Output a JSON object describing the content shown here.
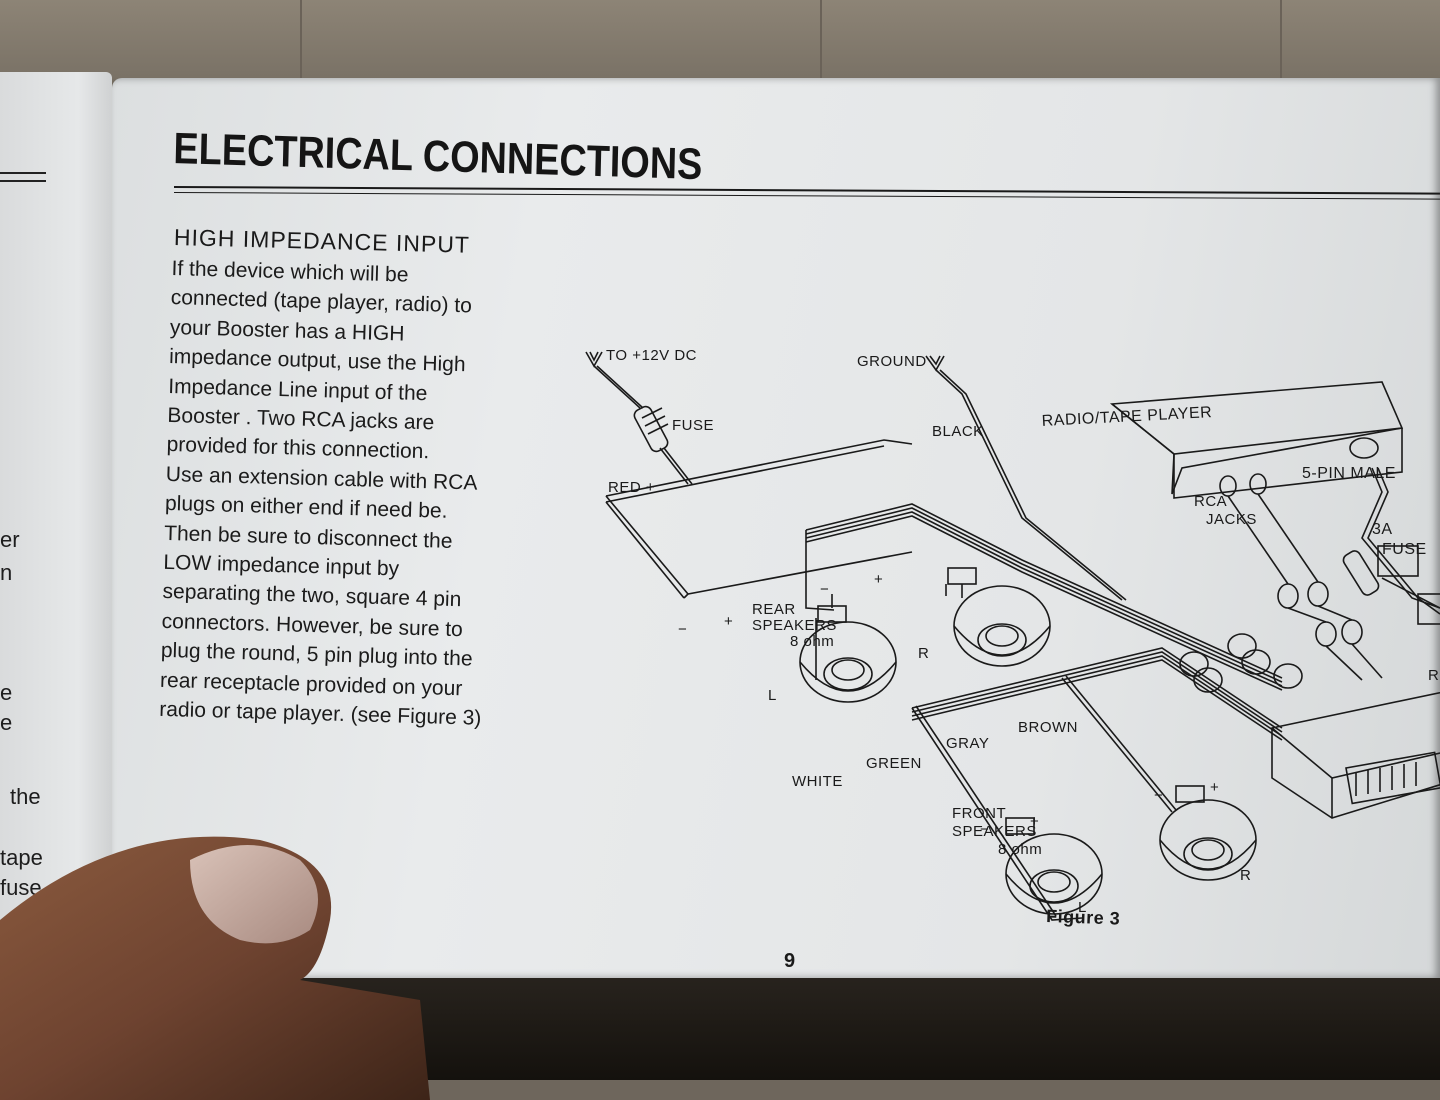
{
  "page": {
    "title": "ELECTRICAL CONNECTIONS",
    "section_heading": "HIGH IMPEDANCE INPUT",
    "body_lines": [
      "If the device which will be",
      "connected (tape player, radio) to",
      "your Booster has a HIGH",
      "impedance output, use the High",
      "Impedance Line input of the",
      "Booster . Two RCA jacks are",
      "provided for this connection.",
      "Use an extension cable with RCA",
      "plugs on either end if need be.",
      "Then be sure to disconnect the",
      "LOW impedance input by",
      "separating the two, square 4 pin",
      "connectors. However, be sure to",
      "plug the round, 5 pin plug into the",
      "rear receptacle provided on your",
      "radio or tape player. (see Figure 3)"
    ],
    "page_number": "9"
  },
  "left_page_fragments": [
    "er",
    "n",
    "e",
    "e",
    "the",
    "tape",
    "fuse."
  ],
  "diagram": {
    "labels": {
      "to_12v": "TO +12V DC",
      "fuse": "FUSE",
      "red": "RED +",
      "ground": "GROUND",
      "black": "BLACK",
      "radio": "RADIO/TAPE PLAYER",
      "rca": "RCA",
      "jacks": "JACKS",
      "five_pin": "5-PIN MALE",
      "fuse_3a_top": "3A",
      "fuse_3a_bottom": "FUSE",
      "rear_speakers_1": "REAR",
      "rear_speakers_2": "SPEAKERS",
      "rear_ohm": "8 ohm",
      "rear_r": "R",
      "rear_l": "L",
      "brown": "BROWN",
      "gray": "GRAY",
      "green": "GREEN",
      "white": "WHITE",
      "front_speakers_1": "FRONT",
      "front_speakers_2": "SPEAKERS",
      "front_ohm": "8 ohm",
      "front_l": "L",
      "front_r": "R",
      "minus": "−",
      "plus": "+",
      "edge_cut": "R",
      "caption": "Figure 3"
    },
    "icons": [
      "speaker-icon",
      "rca-plug-icon",
      "fuse-holder-icon",
      "spade-connector-icon",
      "booster-unit-icon",
      "radio-unit-icon",
      "square-connector-icon"
    ]
  },
  "colors": {
    "paper": "#e6e8e9",
    "ink": "#1a1a1a",
    "background": "#6e665c"
  }
}
